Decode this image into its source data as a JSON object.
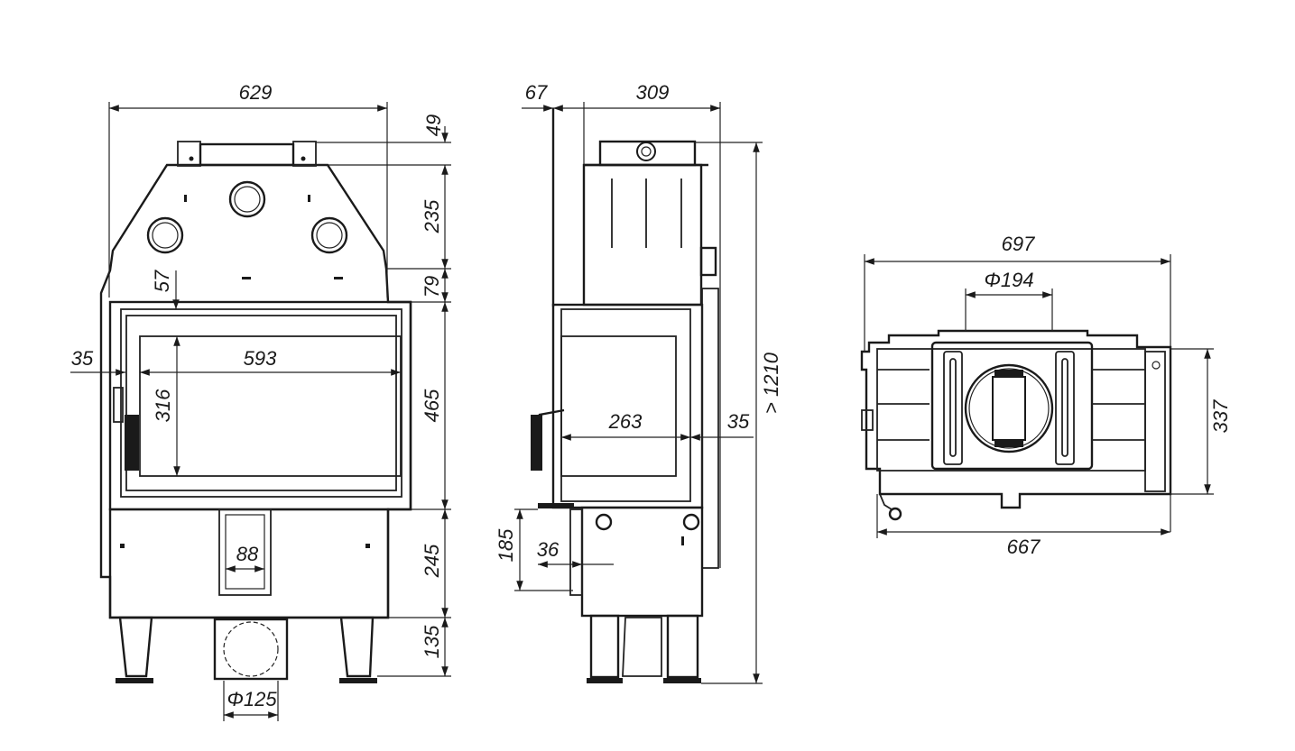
{
  "colors": {
    "ink": "#1a1a1a",
    "paper": "#ffffff"
  },
  "views": {
    "front": {
      "width": "629",
      "top_offset": "49",
      "top_height": "235",
      "collar_height": "79",
      "glass_margin_top": "57",
      "side_offset": "35",
      "glass_width": "593",
      "glass_height": "316",
      "door_height": "465",
      "air_inlet_width": "88",
      "base_height": "245",
      "leg_height": "135",
      "air_inlet_diameter": "Φ125"
    },
    "side": {
      "front_offset": "67",
      "depth": "309",
      "total_height": "> 1210",
      "chamber_depth": "263",
      "rear_gap": "35",
      "handle_height": "185",
      "handle_offset": "36"
    },
    "top": {
      "width": "697",
      "flue_diameter": "Φ194",
      "depth": "337",
      "base_width": "667"
    }
  }
}
